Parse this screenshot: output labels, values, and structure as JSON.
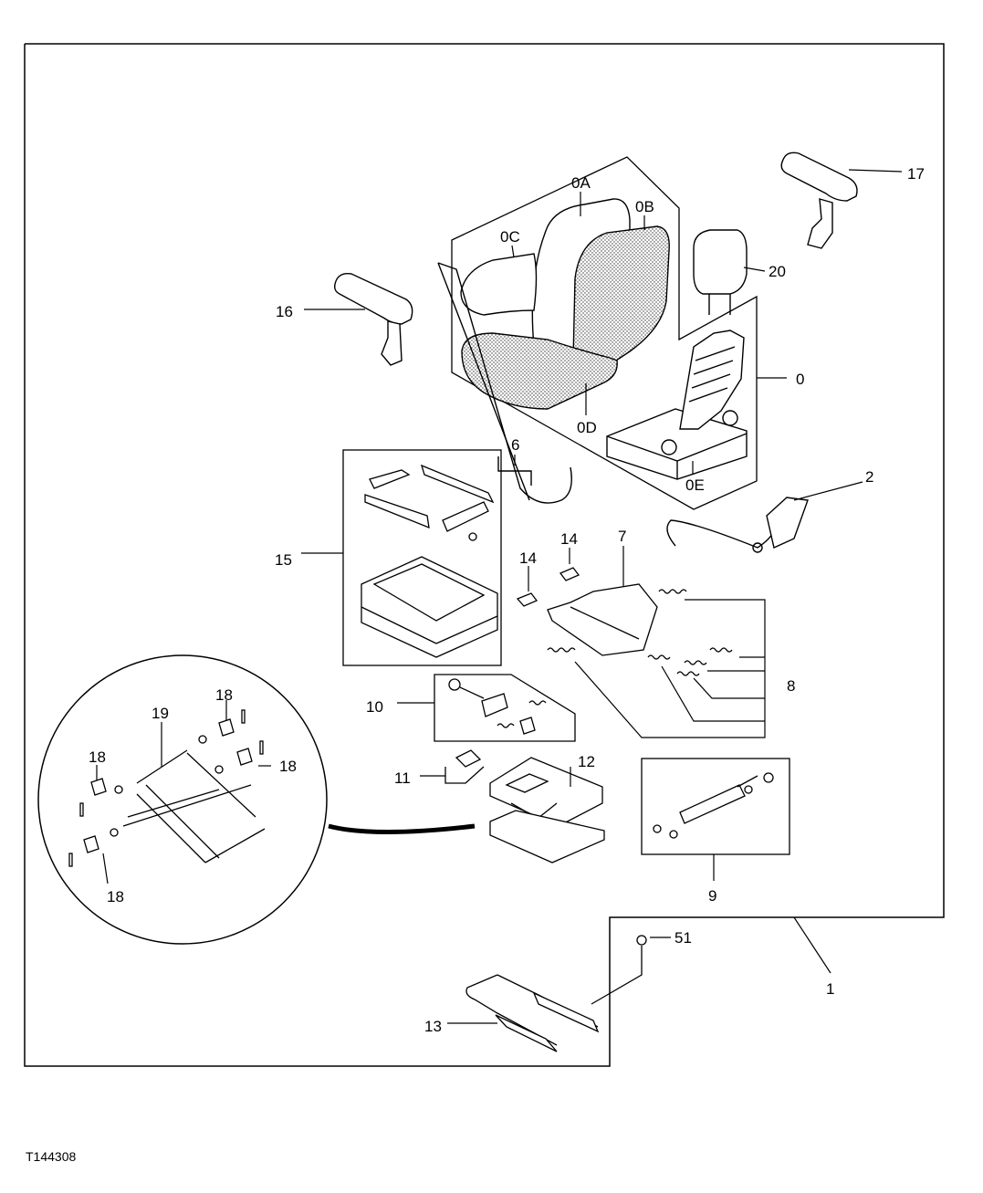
{
  "figure_id": "T144308",
  "callouts": {
    "c0": "0",
    "c0A": "0A",
    "c0B": "0B",
    "c0C": "0C",
    "c0D": "0D",
    "c0E": "0E",
    "c1": "1",
    "c2": "2",
    "c6": "6",
    "c7": "7",
    "c8": "8",
    "c9": "9",
    "c10": "10",
    "c11": "11",
    "c12": "12",
    "c13": "13",
    "c14a": "14",
    "c14b": "14",
    "c15": "15",
    "c16": "16",
    "c17": "17",
    "c18a": "18",
    "c18b": "18",
    "c18c": "18",
    "c18d": "18",
    "c19": "19",
    "c20": "20",
    "c51": "51"
  }
}
